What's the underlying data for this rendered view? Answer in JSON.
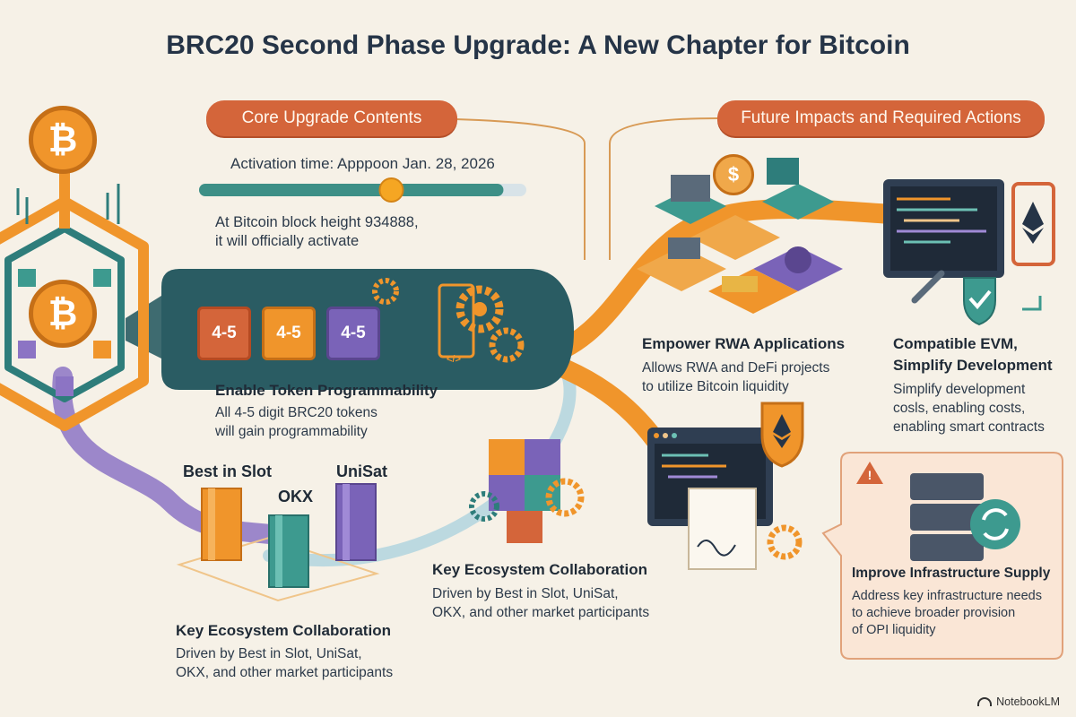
{
  "title": "BRC20 Second Phase Upgrade: A New Chapter for Bitcoin",
  "left": {
    "header": "Core Upgrade Contents",
    "activation_time": "Activation time: Apppoon Jan. 28, 2026",
    "progress": 0.93,
    "block_text_1": "At Bitcoin block height 934888,",
    "block_text_2": "it will officially activate",
    "tiles": [
      "4-5",
      "4-5",
      "4-5"
    ],
    "token_heading": "Enable Token Programmability",
    "token_body_1": "All 4-5 digit BRC20 tokens",
    "token_body_2": "will gain programmability",
    "ecosystem_labels": {
      "best_in_slot": "Best in Slot",
      "okx": "OKX",
      "unisat": "UniSat"
    },
    "collab_heading": "Key Ecosystem Collaboration",
    "collab_body_1": "Driven by Best in Slot, UniSat,",
    "collab_body_2": "OKX, and other market participants",
    "collab2_heading": "Key Ecosystem Collaboration",
    "collab2_body_1": "Driven by Best in Slot, UniSat,",
    "collab2_body_2": "OKX, and other market participants"
  },
  "right": {
    "header": "Future Impacts and Required Actions",
    "rwa_heading": "Empower RWA Applications",
    "rwa_body_1": "Allows RWA and DeFi projects",
    "rwa_body_2": "to utilize Bitcoin liquidity",
    "evm_heading_1": "Compatible EVM,",
    "evm_heading_2": "Simplify Development",
    "evm_body_1": "Simplify development",
    "evm_body_2": "cosls, enabling costs,",
    "evm_body_3": "enabling smart contracts",
    "infra_heading": "Improve Infrastructure Supply",
    "infra_body_1": "Address key infrastructure needs",
    "infra_body_2": "to achieve broader provision",
    "infra_body_3": "of OPI liquidity"
  },
  "watermark": "NotebookLM",
  "icons": {
    "bitcoin_glyph": "₿",
    "dollar_glyph": "$",
    "warning_glyph": "!",
    "code_glyph": "</>"
  },
  "colors": {
    "orange": "#f0952b",
    "red_orange": "#d4653a",
    "teal": "#2e7d7b",
    "dark_teal": "#2a5c63",
    "purple": "#7a63b8",
    "navy": "#253447",
    "cream": "#f6f1e7"
  }
}
